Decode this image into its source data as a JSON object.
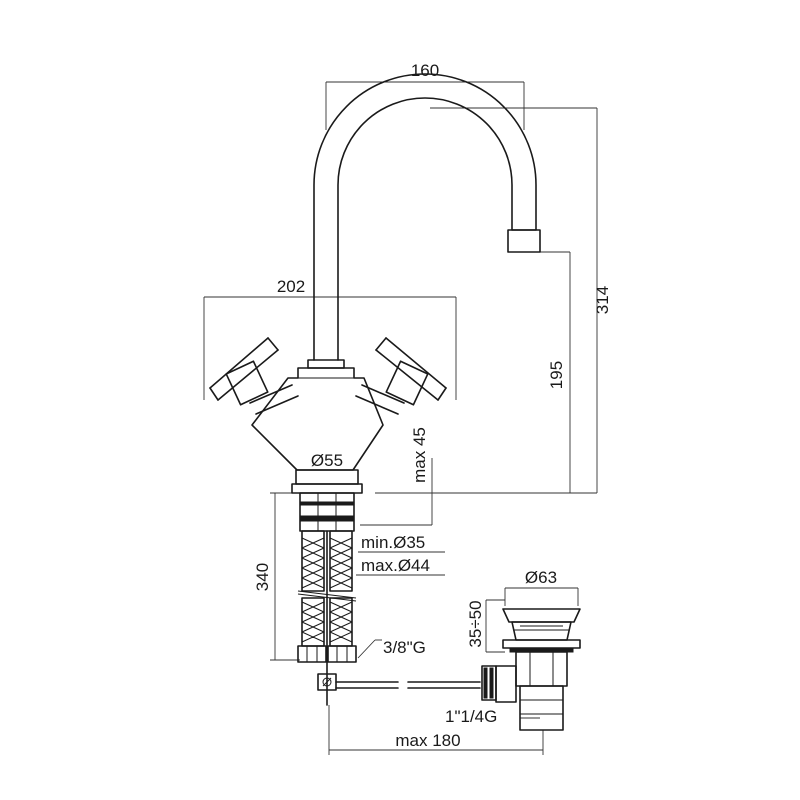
{
  "dimensions": {
    "spout_reach": "160",
    "total_height": "314",
    "handle_span": "202",
    "spout_height": "195",
    "max_deck": "max 45",
    "base_diameter": "Ø55",
    "hole_min": "min.Ø35",
    "hole_max": "max.Ø44",
    "flex_length": "340",
    "connection": "3/8\"G",
    "waste_diameter": "Ø63",
    "waste_travel": "35÷50",
    "waste_thread": "1\"1/4G",
    "rod_length": "max 180"
  }
}
